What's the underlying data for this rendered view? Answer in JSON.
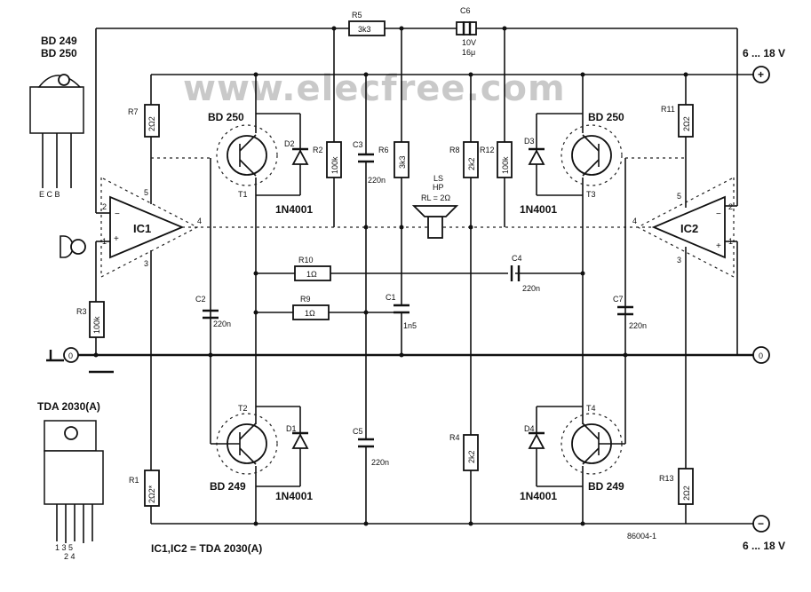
{
  "watermark": "www.elecfree.com",
  "supply": {
    "positive": "6 ... 18 V",
    "negative": "6 ... 18 V",
    "plus_symbol": "+",
    "minus_symbol": "−",
    "ground_symbol": "0"
  },
  "packages": {
    "bd_title_1": "BD 249",
    "bd_title_2": "BD 250",
    "bd_pins": "E C B",
    "tda_title": "TDA 2030(A)",
    "tda_pins_top": "1 3 5",
    "tda_pins_bottom": "2 4"
  },
  "ics": {
    "ic1": "IC1",
    "ic2": "IC2",
    "ic1_pins": {
      "p1": "1",
      "p2": "2",
      "p3": "3",
      "p4": "4",
      "p5": "5"
    },
    "ic2_pins": {
      "p1": "1",
      "p2": "2",
      "p3": "3",
      "p4": "4",
      "p5": "5"
    },
    "plus": "+",
    "minus": "−",
    "note": "IC1,IC2 = TDA 2030(A)"
  },
  "resistors": {
    "R1": {
      "name": "R1",
      "value": "2Ω2*"
    },
    "R2": {
      "name": "R2",
      "value": "100k"
    },
    "R3": {
      "name": "R3",
      "value": "100k"
    },
    "R4": {
      "name": "R4",
      "value": "2k2"
    },
    "R5": {
      "name": "R5",
      "value": "3k3"
    },
    "R6": {
      "name": "R6",
      "value": "3k3"
    },
    "R7": {
      "name": "R7",
      "value": "2Ω2"
    },
    "R8": {
      "name": "R8",
      "value": "2k2"
    },
    "R9": {
      "name": "R9",
      "value": "1Ω"
    },
    "R10": {
      "name": "R10",
      "value": "1Ω"
    },
    "R11": {
      "name": "R11",
      "value": "2Ω2"
    },
    "R12": {
      "name": "R12",
      "value": "100k"
    },
    "R13": {
      "name": "R13",
      "value": "2Ω2"
    }
  },
  "capacitors": {
    "C1": {
      "name": "C1",
      "value": "1n5"
    },
    "C2": {
      "name": "C2",
      "value": "220n"
    },
    "C3": {
      "name": "C3",
      "value": "220n"
    },
    "C4": {
      "name": "C4",
      "value": "220n"
    },
    "C5": {
      "name": "C5",
      "value": "220n"
    },
    "C6": {
      "name": "C6",
      "value_1": "10V",
      "value_2": "16μ"
    },
    "C7": {
      "name": "C7",
      "value": "220n"
    }
  },
  "transistors": {
    "T1": {
      "name": "T1",
      "type": "BD 250"
    },
    "T2": {
      "name": "T2",
      "type": "BD 249"
    },
    "T3": {
      "name": "T3",
      "type": "BD 250"
    },
    "T4": {
      "name": "T4",
      "type": "BD 249"
    }
  },
  "diodes": {
    "D1": {
      "name": "D1",
      "type": "1N4001"
    },
    "D2": {
      "name": "D2",
      "type": "1N4001"
    },
    "D3": {
      "name": "D3",
      "type": "1N4001"
    },
    "D4": {
      "name": "D4",
      "type": "1N4001"
    }
  },
  "speaker": {
    "label_1": "LS",
    "label_2": "HP",
    "label_3": "RL = 2Ω"
  },
  "figure_number": "86004-1"
}
